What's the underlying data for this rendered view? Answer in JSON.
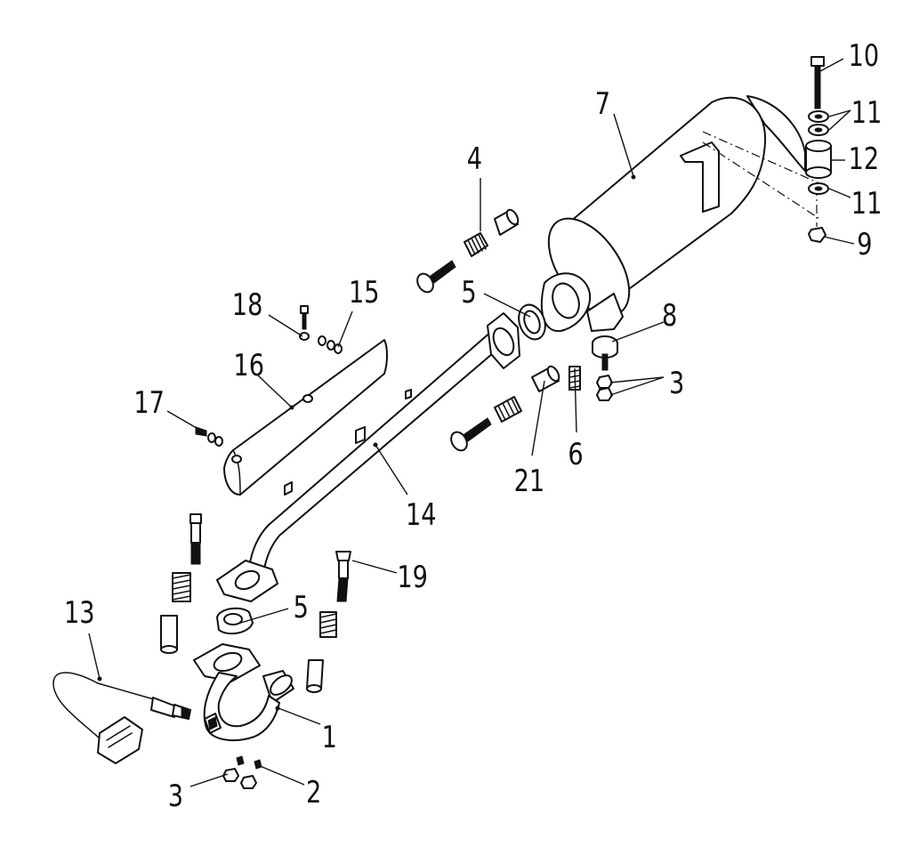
{
  "callouts": {
    "c1": "1",
    "c2": "2",
    "c3a": "3",
    "c3b": "3",
    "c4": "4",
    "c5a": "5",
    "c5b": "5",
    "c6": "6",
    "c7": "7",
    "c8": "8",
    "c9": "9",
    "c10": "10",
    "c11a": "11",
    "c11b": "11",
    "c12": "12",
    "c13": "13",
    "c14": "14",
    "c15": "15",
    "c16": "16",
    "c17": "17",
    "c18": "18",
    "c19": "19",
    "c21": "21"
  }
}
